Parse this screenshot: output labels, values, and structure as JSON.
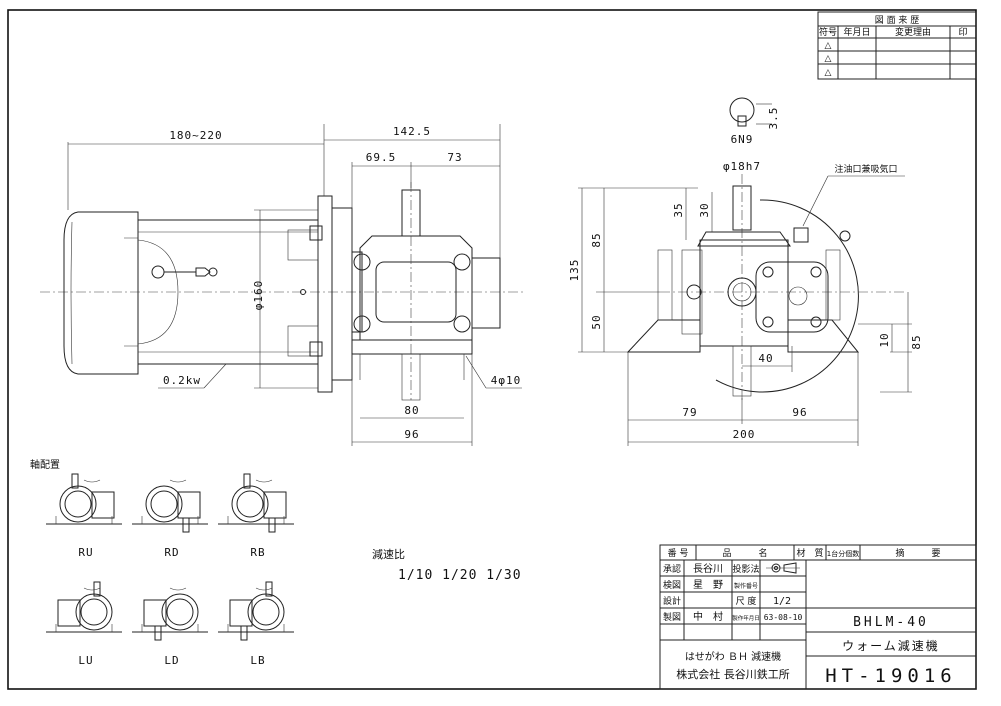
{
  "revision_table": {
    "title": "図 面 来 歴",
    "headers": [
      "符号",
      "年月日",
      "変更理由",
      "印"
    ],
    "rows": [
      "△",
      "△",
      "△"
    ]
  },
  "front_view": {
    "dim_overall": "180~220",
    "dim_gear": "142.5",
    "dim_left": "69.5",
    "dim_right": "73",
    "dim_dia": "φ160",
    "dim_motor": "0.2kw",
    "dim_bolt": "4φ10",
    "dim_base_inner": "80",
    "dim_base_outer": "96"
  },
  "side_view": {
    "key_width": "6N9",
    "key_depth": "3.5",
    "shaft_dia": "φ18h7",
    "dim_35": "35",
    "dim_30": "30",
    "dim_85_left": "85",
    "dim_135": "135",
    "dim_50": "50",
    "dim_40": "40",
    "dim_79": "79",
    "dim_96": "96",
    "dim_200": "200",
    "dim_10": "10",
    "dim_85_right": "85",
    "oil_note": "注油口兼吸気口"
  },
  "shaft_arrangement": {
    "title": "軸配置",
    "labels": [
      "RU",
      "RD",
      "RB",
      "LU",
      "LD",
      "LB"
    ]
  },
  "ratio": {
    "label": "減速比",
    "values": "1/10  1/20  1/30"
  },
  "title_block": {
    "head_no": "番 号",
    "head_name": "品　　　名",
    "head_material": "材　質",
    "head_qty": "1台分個数",
    "head_note": "摘　　　要",
    "approved_label": "承認",
    "approved_name": "長谷川",
    "projection_label": "投影法",
    "drawn_label": "検図",
    "drawn_name": "星　野",
    "work_no_label": "製作番号",
    "design_label": "設計",
    "scale_label": "尺 度",
    "scale_value": "1/2",
    "made_label": "製図",
    "made_name": "中　村",
    "date_label": "製作年月日",
    "date_value": "63-08-10",
    "model": "BHLM-40",
    "product": "ウォーム減速機",
    "company_line1": "はせがわ ＢＨ 減速機",
    "company_line2": "株式会社 長谷川鉄工所",
    "drawing_no": "HT-19016"
  }
}
